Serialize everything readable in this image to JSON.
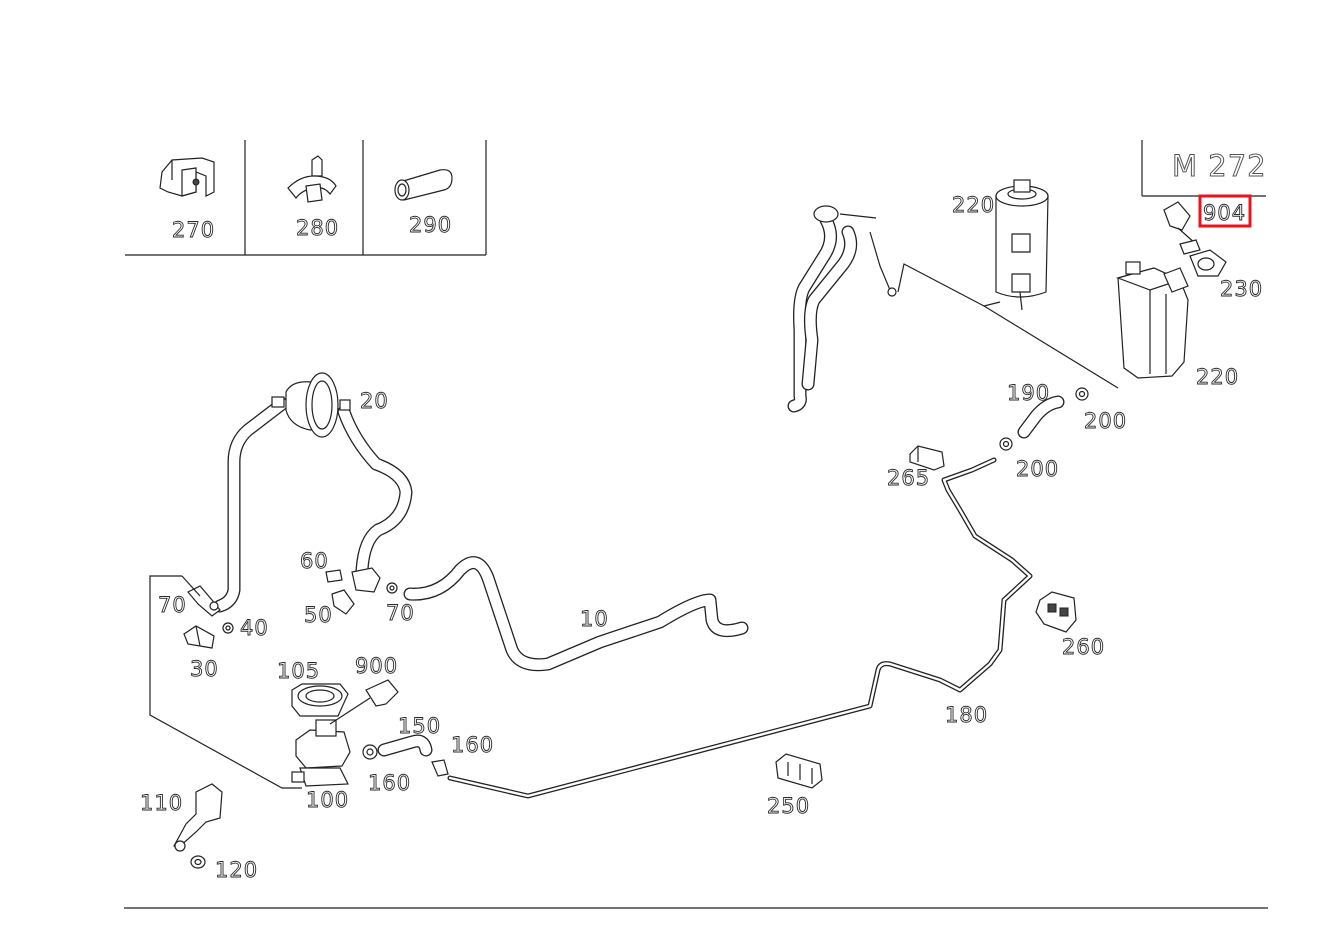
{
  "engine_label": "M 272",
  "highlighted_part": "904",
  "inset_labels": [
    "270",
    "280",
    "290"
  ],
  "labels": {
    "p10": "10",
    "p20": "20",
    "p30": "30",
    "p40": "40",
    "p50": "50",
    "p60": "60",
    "p70a": "70",
    "p70b": "70",
    "p100": "100",
    "p105": "105",
    "p110": "110",
    "p120": "120",
    "p150": "150",
    "p160a": "160",
    "p160b": "160",
    "p180": "180",
    "p190": "190",
    "p200a": "200",
    "p200b": "200",
    "p220a": "220",
    "p220b": "220",
    "p230": "230",
    "p250": "250",
    "p260": "260",
    "p265": "265",
    "p900": "900",
    "p904": "904"
  },
  "colors": {
    "line": "#222222",
    "highlight": "#e8141c"
  }
}
